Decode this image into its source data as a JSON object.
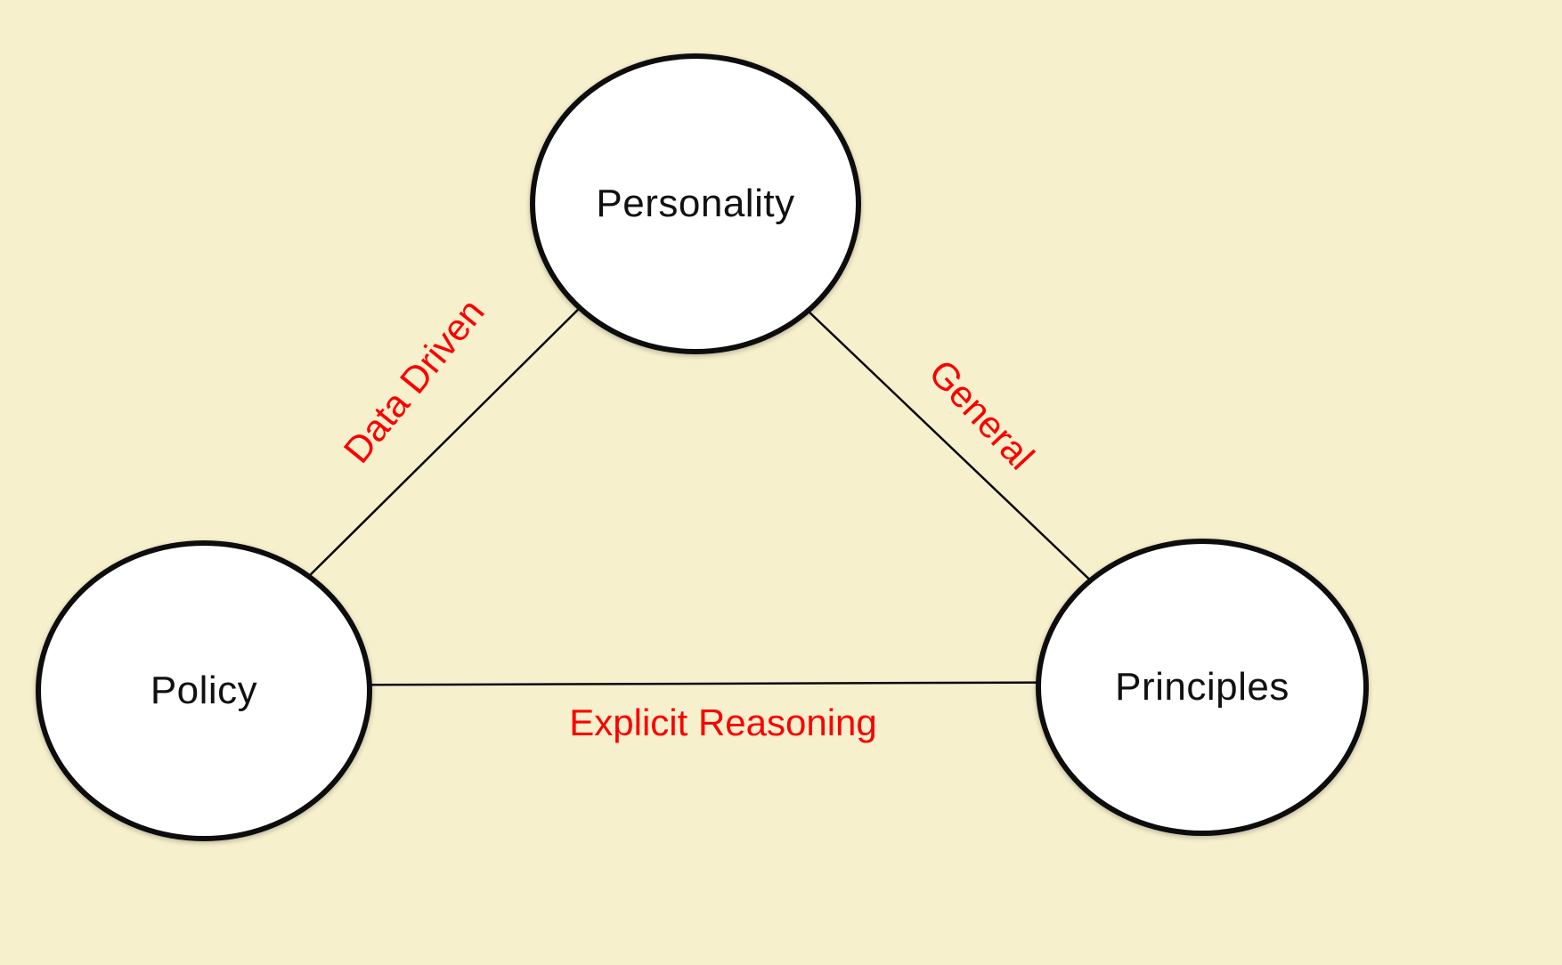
{
  "diagram": {
    "title": "Triangle relationship diagram",
    "background_color": "#f6f0cd",
    "node_fill_color": "#ffffff",
    "node_border_color": "#0d0d0d",
    "edge_line_color": "#0a0a0a",
    "edge_label_color": "#fb0000",
    "nodes": [
      {
        "id": "personality",
        "label": "Personality",
        "position": "top-center"
      },
      {
        "id": "policy",
        "label": "Policy",
        "position": "bottom-left"
      },
      {
        "id": "principles",
        "label": "Principles",
        "position": "bottom-right"
      }
    ],
    "edges": [
      {
        "id": "policy-personality",
        "from": "Policy",
        "to": "Personality",
        "label": "Data Driven"
      },
      {
        "id": "personality-principles",
        "from": "Personality",
        "to": "Principles",
        "label": "General"
      },
      {
        "id": "policy-principles",
        "from": "Policy",
        "to": "Principles",
        "label": "Explicit Reasoning"
      }
    ]
  }
}
